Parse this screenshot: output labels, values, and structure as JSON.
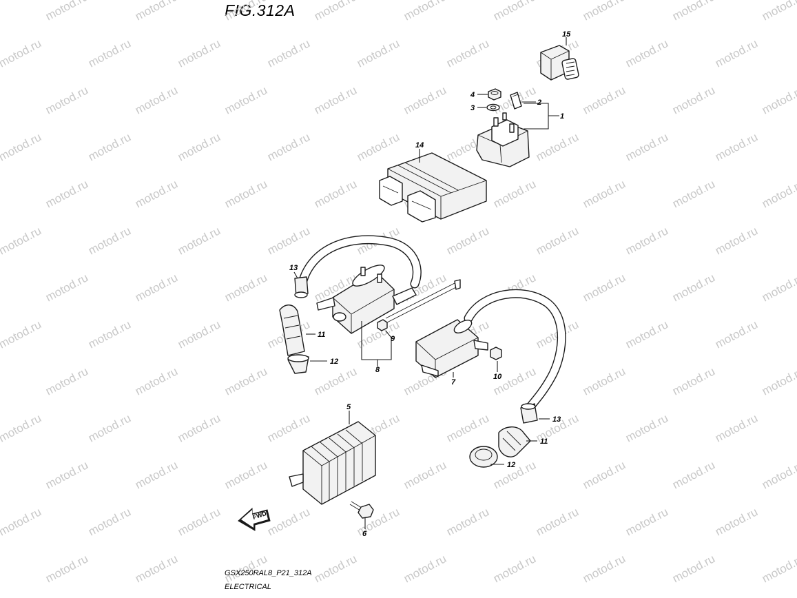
{
  "figure": {
    "title": "FIG.312A",
    "model_code": "GSX250RAL8_P21_312A",
    "section": "ELECTRICAL",
    "watermark": "motod.ru",
    "fwd_label": "FWD"
  },
  "callouts": [
    "15",
    "4",
    "3",
    "2",
    "1",
    "14",
    "13",
    "11",
    "12",
    "8",
    "9",
    "7",
    "10",
    "5",
    "6",
    "13",
    "11",
    "12"
  ]
}
